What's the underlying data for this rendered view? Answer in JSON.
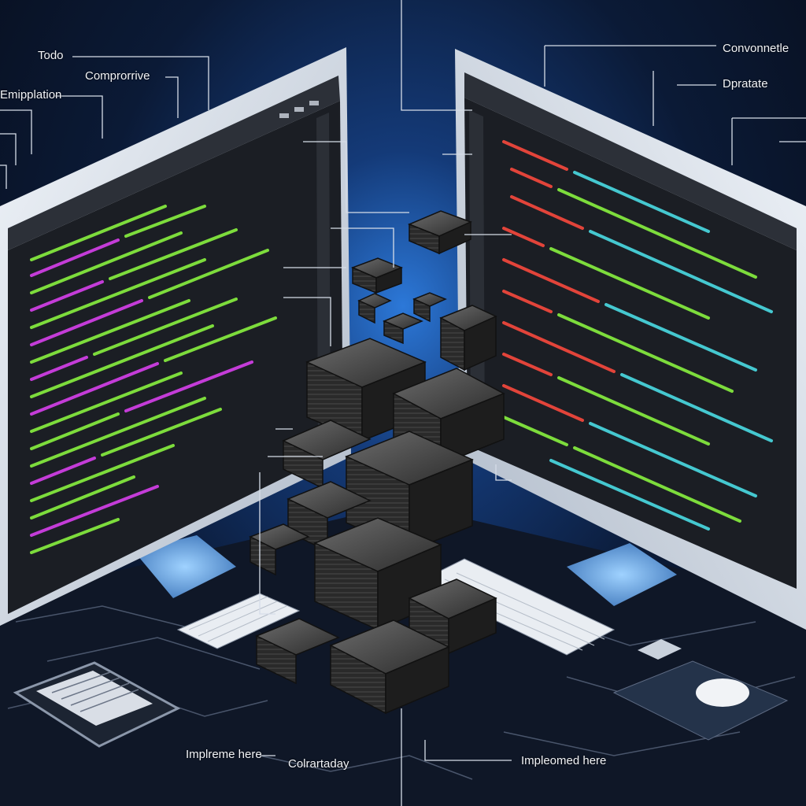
{
  "labels": {
    "todo": "Todo",
    "compromive": "Comprorrive",
    "implementation": "Emipplation",
    "convenience": "Convonnetle",
    "update": "Dpratate",
    "implement_here_left": "Implreme here",
    "collaboration": "Colrartaday",
    "implemented_here_right": "Impleomed here"
  },
  "colors": {
    "background": "#0b1424",
    "glow": "#2c78d8",
    "monitor_bezel": "#dde4ee",
    "screen": "#1b1e24",
    "code_green": "#7ddc3c",
    "code_magenta": "#c43cd8",
    "code_red": "#e2443a",
    "code_cyan": "#45c8d0"
  },
  "icons": [
    "desktop-monitor-icon",
    "keyboard-icon",
    "mouse-icon",
    "tablet-icon",
    "block-tower-icon"
  ]
}
